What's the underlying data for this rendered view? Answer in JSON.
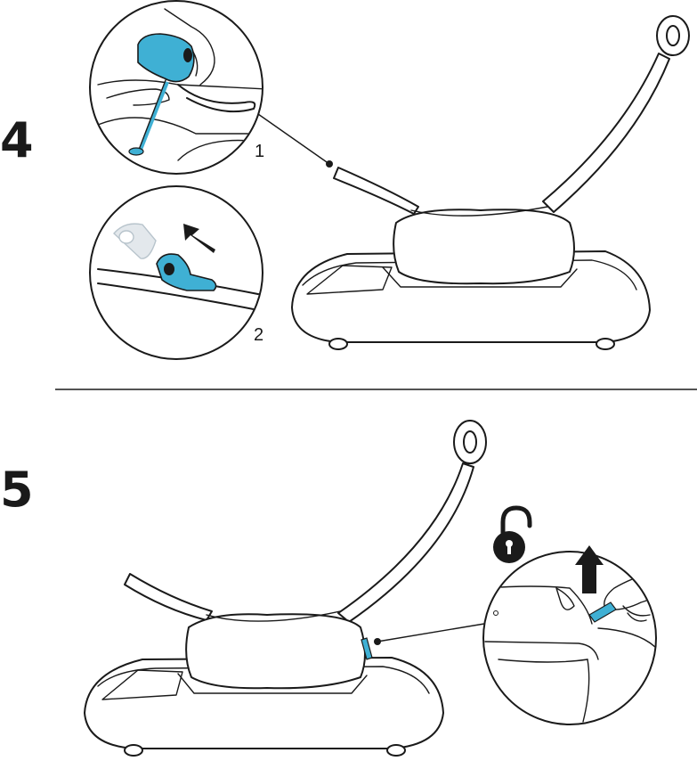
{
  "steps": [
    {
      "number": "4",
      "callouts": [
        {
          "label": "1"
        },
        {
          "label": "2"
        }
      ]
    },
    {
      "number": "5"
    }
  ],
  "colors": {
    "accent": "#3fb0d4",
    "line": "#1a1a1a",
    "ghost": "#e3e8ec"
  },
  "icons": [
    "arrow-icon",
    "unlock-icon",
    "up-arrow-icon"
  ]
}
